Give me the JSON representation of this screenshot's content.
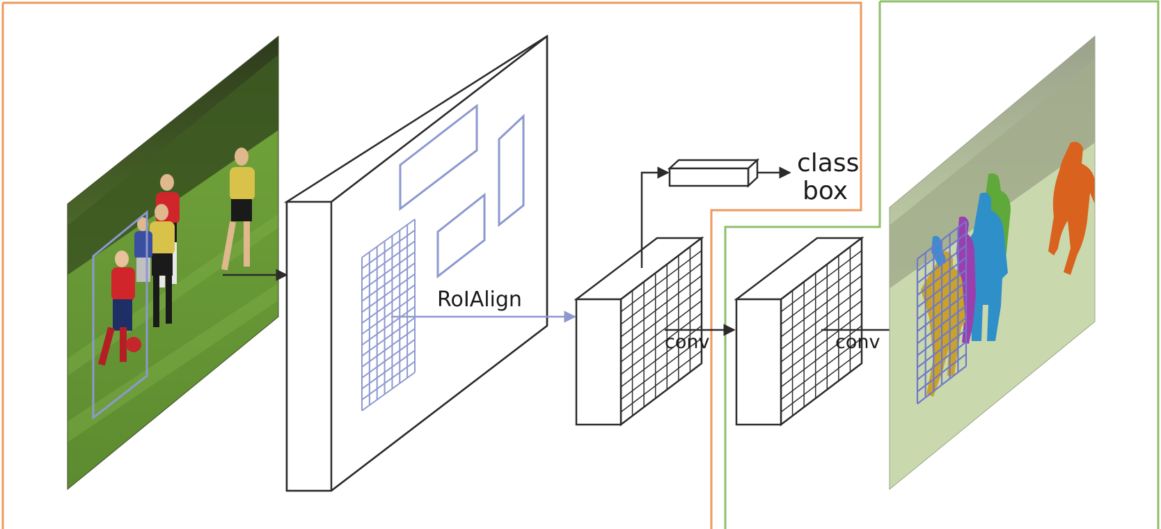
{
  "labels": {
    "roialign": "RoIAlign",
    "conv_first": "conv",
    "conv_second": "conv",
    "class": "class",
    "box": "box"
  },
  "colors": {
    "orange_frame": "#ec9a5e",
    "green_frame": "#8fbf6a",
    "roi_blue": "#8d98cf",
    "stroke": "#2b2b2b",
    "grass": "#6a9a38",
    "mask_purple": "#9b3fae",
    "mask_yellow": "#c9a22a",
    "mask_blue": "#2f8fc9",
    "mask_green": "#5fa83a",
    "mask_orange": "#d9621f"
  }
}
